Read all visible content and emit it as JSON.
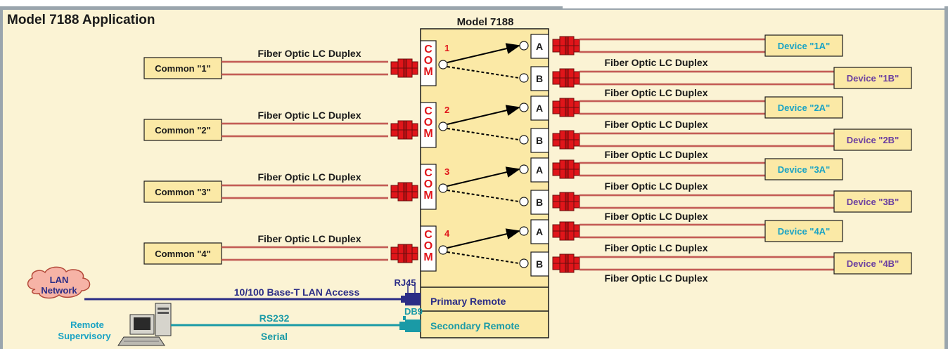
{
  "title": "Model 7188 Application",
  "device": {
    "name": "Model 7188",
    "com_letters": [
      "C",
      "O",
      "M"
    ],
    "port_a": "A",
    "port_b": "B",
    "primary": "Primary Remote",
    "secondary": "Secondary Remote"
  },
  "link_label": "Fiber Optic LC Duplex",
  "channels": [
    {
      "num": "1",
      "common": "Common \"1\"",
      "device_a": "Device \"1A\"",
      "device_b": "Device \"1B\""
    },
    {
      "num": "2",
      "common": "Common \"2\"",
      "device_a": "Device \"2A\"",
      "device_b": "Device \"2B\""
    },
    {
      "num": "3",
      "common": "Common \"3\"",
      "device_a": "Device \"3A\"",
      "device_b": "Device \"3B\""
    },
    {
      "num": "4",
      "common": "Common \"4\"",
      "device_a": "Device \"4A\"",
      "device_b": "Device \"4B\""
    }
  ],
  "lan": {
    "cloud_line1": "LAN",
    "cloud_line2": "Network",
    "link": "10/100 Base-T LAN Access",
    "connector": "RJ45"
  },
  "serial": {
    "pc_line1": "Remote",
    "pc_line2": "Supervisory",
    "link_line1": "RS232",
    "link_line2": "Serial",
    "connector": "DB9"
  },
  "colors": {
    "background": "#fbf3d4",
    "device_body": "#fbe9a6",
    "box_fill": "#fbe9a6",
    "fiber": "#a8312a",
    "fiber_inner": "#f2a6a0",
    "connector": "#e0151a",
    "com_text": "#e0151a",
    "device_a_text": "#1aa3c4",
    "device_b_text": "#6b3fa0",
    "lan_line": "#2b2d86",
    "serial_line": "#1a9aa6",
    "cloud": "#f6b3a6"
  }
}
